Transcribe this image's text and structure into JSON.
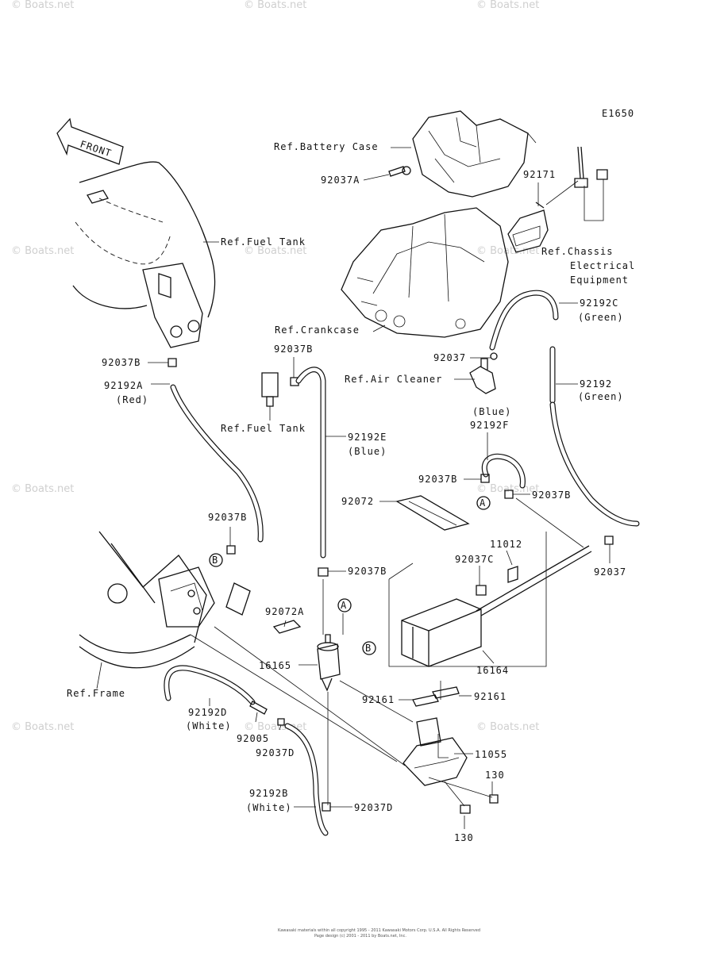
{
  "diagram_code": "E1650",
  "front_label": "FRONT",
  "labels": {
    "ref_battery_case": "Ref.Battery Case",
    "p92037A": "92037A",
    "p92171": "92171",
    "ref_chassis_1": "Ref.Chassis",
    "ref_chassis_2": "Electrical",
    "ref_chassis_3": "Equipment",
    "ref_fuel_tank_top": "Ref.Fuel Tank",
    "ref_crankcase": "Ref.Crankcase",
    "p92192C": "92192C",
    "p92192C_color": "(Green)",
    "p92037_top": "92037",
    "ref_air_cleaner": "Ref.Air Cleaner",
    "p92192": "92192",
    "p92192_color": "(Green)",
    "p92037B_1": "92037B",
    "p92192A": "92192A",
    "p92192A_color": "(Red)",
    "p92037B_2": "92037B",
    "ref_fuel_tank_mid": "Ref.Fuel Tank",
    "p92192E": "92192E",
    "p92192E_color": "(Blue)",
    "p92192F_color": "(Blue)",
    "p92192F": "92192F",
    "p92037B_3": "92037B",
    "p92072": "92072",
    "p92037B_4": "92037B",
    "p92037B_5": "92037B",
    "p11012": "11012",
    "p92037C": "92037C",
    "p92037B_6": "92037B",
    "p92037_right": "92037",
    "p92072A": "92072A",
    "p16165": "16165",
    "p16164": "16164",
    "ref_frame": "Ref.Frame",
    "p92161_left": "92161",
    "p92161_right": "92161",
    "p92192D": "92192D",
    "p92192D_color": "(White)",
    "p92005": "92005",
    "p92037D_1": "92037D",
    "p11055": "11055",
    "p130_right": "130",
    "p92192B": "92192B",
    "p92192B_color": "(White)",
    "p92037D_2": "92037D",
    "p130_bottom": "130"
  },
  "callouts": {
    "a1": "A",
    "a2": "A",
    "b1": "B",
    "b2": "B"
  },
  "watermark": "© Boats.net",
  "footer_line1": "Kawasaki materials within all copyright 1995 - 2011 Kawasaki Motors Corp. U.S.A. All Rights Reserved",
  "footer_line2": "Page design (c) 2001 - 2011 by Boats.net, Inc."
}
